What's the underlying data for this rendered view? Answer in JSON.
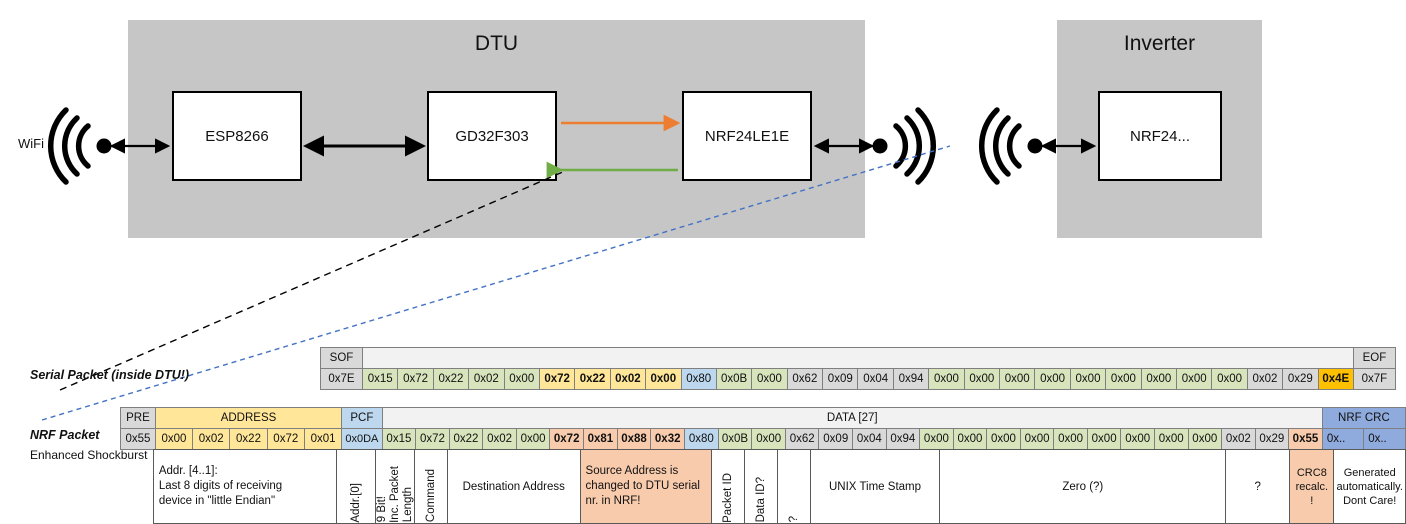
{
  "diagram": {
    "devices": [
      {
        "title": "DTU",
        "chips": [
          "ESP8266",
          "GD32F303",
          "NRF24LE1E"
        ]
      },
      {
        "title": "Inverter",
        "chips": [
          "NRF24..."
        ]
      }
    ],
    "wifi_label": "WiFi",
    "arrow_colors": {
      "tx_orange": "#ed7d31",
      "rx_green": "#70ad47",
      "link_black": "#000000"
    },
    "callout_colors": {
      "serial": "#000000",
      "nrf": "#4472c4"
    }
  },
  "serial_packet": {
    "label": "Serial Packet (inside DTU!)",
    "headers": {
      "sof": "SOF",
      "eof": "EOF"
    },
    "sof_value": "0x7E",
    "eof_value": "0x7F",
    "bytes": [
      {
        "v": "0x15",
        "c": "green"
      },
      {
        "v": "0x72",
        "c": "green"
      },
      {
        "v": "0x22",
        "c": "green"
      },
      {
        "v": "0x02",
        "c": "green"
      },
      {
        "v": "0x00",
        "c": "green"
      },
      {
        "v": "0x72",
        "c": "yellowb"
      },
      {
        "v": "0x22",
        "c": "yellowb"
      },
      {
        "v": "0x02",
        "c": "yellowb"
      },
      {
        "v": "0x00",
        "c": "yellowb"
      },
      {
        "v": "0x80",
        "c": "blue"
      },
      {
        "v": "0x0B",
        "c": "green"
      },
      {
        "v": "0x00",
        "c": "green"
      },
      {
        "v": "0x62",
        "c": "gray"
      },
      {
        "v": "0x09",
        "c": "gray"
      },
      {
        "v": "0x04",
        "c": "gray"
      },
      {
        "v": "0x94",
        "c": "gray"
      },
      {
        "v": "0x00",
        "c": "green"
      },
      {
        "v": "0x00",
        "c": "green"
      },
      {
        "v": "0x00",
        "c": "green"
      },
      {
        "v": "0x00",
        "c": "green"
      },
      {
        "v": "0x00",
        "c": "green"
      },
      {
        "v": "0x00",
        "c": "green"
      },
      {
        "v": "0x00",
        "c": "green"
      },
      {
        "v": "0x00",
        "c": "green"
      },
      {
        "v": "0x00",
        "c": "green"
      },
      {
        "v": "0x02",
        "c": "gray"
      },
      {
        "v": "0x29",
        "c": "gray"
      },
      {
        "v": "0x4E",
        "c": "amber"
      }
    ]
  },
  "nrf_packet": {
    "label": "NRF Packet",
    "sublabel": "Enhanced Shockburst",
    "headers": {
      "pre": "PRE",
      "address": "ADDRESS",
      "pcf": "PCF",
      "data": "DATA [27]",
      "crc": "NRF CRC"
    },
    "pre_value": "0x55",
    "address_values": [
      "0x00",
      "0x02",
      "0x22",
      "0x72",
      "0x01"
    ],
    "pcf_value": "0x0DA",
    "bytes": [
      {
        "v": "0x15",
        "c": "green"
      },
      {
        "v": "0x72",
        "c": "green"
      },
      {
        "v": "0x22",
        "c": "green"
      },
      {
        "v": "0x02",
        "c": "green"
      },
      {
        "v": "0x00",
        "c": "green"
      },
      {
        "v": "0x72",
        "c": "orange"
      },
      {
        "v": "0x81",
        "c": "orange"
      },
      {
        "v": "0x88",
        "c": "orange"
      },
      {
        "v": "0x32",
        "c": "orange"
      },
      {
        "v": "0x80",
        "c": "blue"
      },
      {
        "v": "0x0B",
        "c": "green"
      },
      {
        "v": "0x00",
        "c": "green"
      },
      {
        "v": "0x62",
        "c": "gray"
      },
      {
        "v": "0x09",
        "c": "gray"
      },
      {
        "v": "0x04",
        "c": "gray"
      },
      {
        "v": "0x94",
        "c": "gray"
      },
      {
        "v": "0x00",
        "c": "green"
      },
      {
        "v": "0x00",
        "c": "green"
      },
      {
        "v": "0x00",
        "c": "green"
      },
      {
        "v": "0x00",
        "c": "green"
      },
      {
        "v": "0x00",
        "c": "green"
      },
      {
        "v": "0x00",
        "c": "green"
      },
      {
        "v": "0x00",
        "c": "green"
      },
      {
        "v": "0x00",
        "c": "green"
      },
      {
        "v": "0x00",
        "c": "green"
      },
      {
        "v": "0x02",
        "c": "gray"
      },
      {
        "v": "0x29",
        "c": "gray"
      },
      {
        "v": "0x55",
        "c": "orange"
      }
    ],
    "crc_values": [
      "0x..",
      "0x.."
    ]
  },
  "annotations": {
    "address": "Addr. [4..1]:\nLast 8 digits of receiving device in \"little Endian\"",
    "address_line1": "Addr. [4..1]:",
    "address_line2": "Last 8 digits of receiving",
    "address_line3": "device in \"little Endian\"",
    "addr0": "Addr.[0]",
    "pcf_l1": "9 Bit!",
    "pcf_l2": "Inc. Packet",
    "pcf_l3": "Length",
    "command": "Command",
    "destination": "Destination Address",
    "source_l1": "Source Address is",
    "source_l2": "changed to DTU serial",
    "source_l3": "nr. in NRF!",
    "packet_id": "Packet ID",
    "data_id": "Data ID?",
    "unknown1": "?",
    "unix": "UNIX Time Stamp",
    "zero": "Zero (?)",
    "unknown2": "?",
    "crc8_l1": "CRC8",
    "crc8_l2": "recalc.",
    "crc8_l3": "!",
    "gen_l1": "Generated",
    "gen_l2": "automatically.",
    "gen_l3": "Dont Care!"
  }
}
